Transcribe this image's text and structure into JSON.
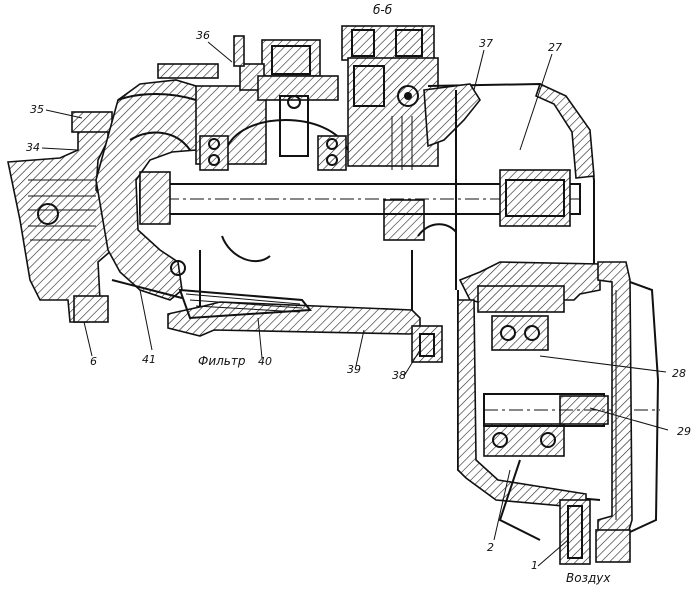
{
  "labels": {
    "section": "б-б",
    "n36": "36",
    "n37": "37",
    "n27": "27",
    "n35": "35",
    "n34": "34",
    "n6": "6",
    "n41": "41",
    "filter": "Фильтр",
    "n40": "40",
    "n39": "39",
    "n38": "38",
    "n28": "28",
    "n29": "29",
    "n2": "2",
    "n1": "1",
    "air": "Воздух"
  }
}
